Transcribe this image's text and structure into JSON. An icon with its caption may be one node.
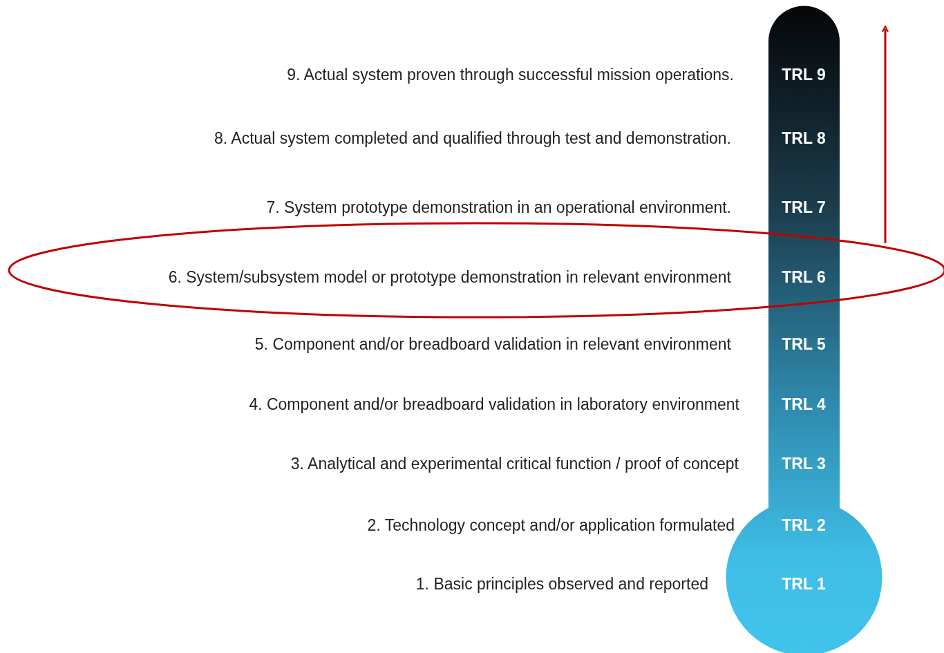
{
  "diagram": {
    "labels": [
      "9. Actual system proven through successful mission operations.",
      "TRL 9",
      "8. Actual system completed and qualified through test and demonstration.",
      "TRL 8",
      "7. System prototype demonstration in an operational environment.",
      "TRL 7",
      "6. System/subsystem model or prototype demonstration in relevant environment",
      "TRL 6",
      "5. Component and/or breadboard validation in relevant environment",
      "TRL 5",
      "4. Component and/or breadboard validation in laboratory environment",
      "TRL 4",
      "3. Analytical and experimental critical function / proof of concept",
      "TRL 3",
      "2. Technology concept and/or application formulated",
      "TRL 2",
      "1. Basic principles observed and reported",
      "TRL 1"
    ]
  }
}
